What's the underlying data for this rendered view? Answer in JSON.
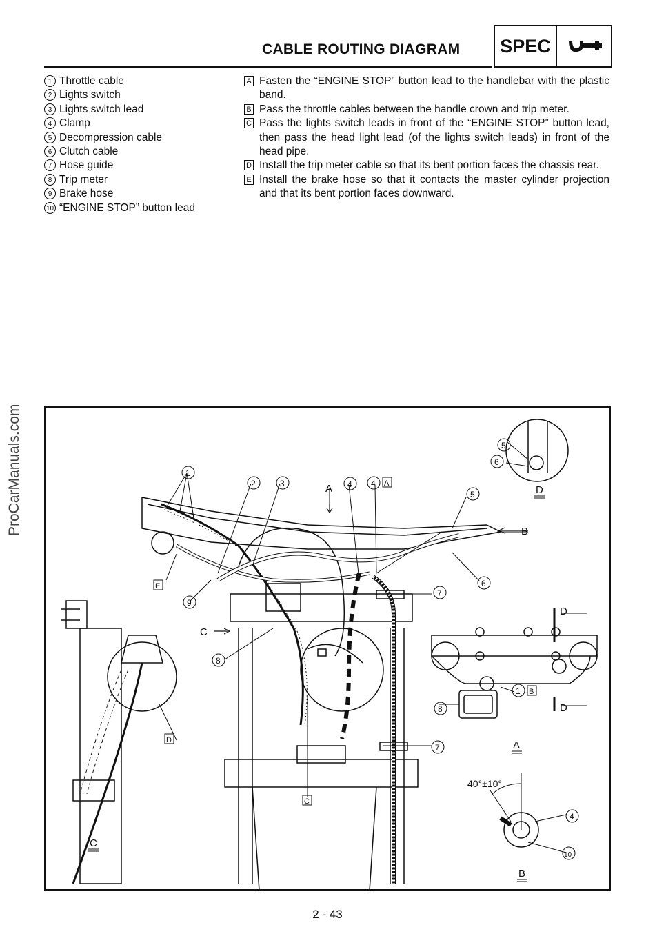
{
  "header": {
    "title": "CABLE ROUTING DIAGRAM",
    "spec_label": "SPEC",
    "icon": "wrench-icon"
  },
  "watermark": "ProCarManuals.com",
  "parts": [
    {
      "num": "1",
      "label": "Throttle cable"
    },
    {
      "num": "2",
      "label": "Lights switch"
    },
    {
      "num": "3",
      "label": "Lights switch lead"
    },
    {
      "num": "4",
      "label": "Clamp"
    },
    {
      "num": "5",
      "label": "Decompression cable"
    },
    {
      "num": "6",
      "label": "Clutch cable"
    },
    {
      "num": "7",
      "label": "Hose guide"
    },
    {
      "num": "8",
      "label": "Trip meter"
    },
    {
      "num": "9",
      "label": "Brake hose"
    },
    {
      "num": "10",
      "label": "“ENGINE STOP” button lead"
    }
  ],
  "notes": [
    {
      "letter": "A",
      "text": "Fasten the “ENGINE STOP” button lead to the handlebar with the plastic band."
    },
    {
      "letter": "B",
      "text": "Pass the throttle cables between the handle crown and trip meter."
    },
    {
      "letter": "C",
      "text": "Pass the lights switch leads in front of the “ENGINE STOP” button lead, then pass the head light lead (of the lights switch leads) in front of the head pipe."
    },
    {
      "letter": "D",
      "text": "Install the trip meter cable so that its bent portion faces the chassis rear."
    },
    {
      "letter": "E",
      "text": "Install the brake hose so that it contacts the master cylinder projection and that its bent portion faces downward."
    }
  ],
  "diagram": {
    "callouts": [
      "1",
      "2",
      "3",
      "4",
      "4",
      "5",
      "5",
      "6",
      "6",
      "7",
      "7",
      "8",
      "8",
      "9",
      "1",
      "4",
      "10"
    ],
    "letter_boxes": [
      "A",
      "E",
      "D",
      "C",
      "B"
    ],
    "view_labels": {
      "a": "A",
      "b": "B",
      "c": "C",
      "d": "D"
    },
    "angle_spec": "40°±10°"
  },
  "page_number": "2 - 43"
}
